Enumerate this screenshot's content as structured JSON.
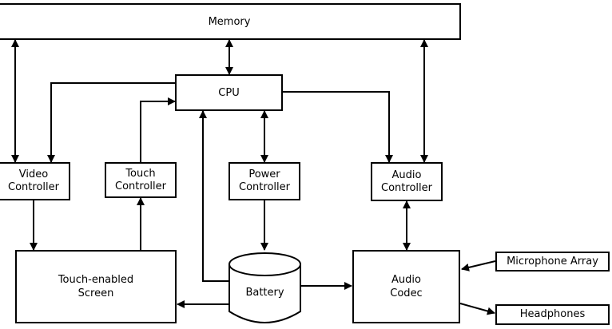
{
  "diagram": {
    "nodes": {
      "memory": "Memory",
      "cpu": "CPU",
      "video_controller": "Video\nController",
      "touch_controller": "Touch\nController",
      "power_controller": "Power\nController",
      "audio_controller": "Audio\nController",
      "touch_screen": "Touch-enabled\nScreen",
      "battery": "Battery",
      "audio_codec": "Audio\nCodec",
      "microphone_array": "Microphone Array",
      "headphones": "Headphones"
    },
    "edges": [
      {
        "from": "memory",
        "to": "video_controller",
        "direction": "both"
      },
      {
        "from": "memory",
        "to": "cpu",
        "direction": "both"
      },
      {
        "from": "memory",
        "to": "audio_controller",
        "direction": "both"
      },
      {
        "from": "cpu",
        "to": "video_controller",
        "direction": "forward"
      },
      {
        "from": "touch_controller",
        "to": "cpu",
        "direction": "forward"
      },
      {
        "from": "battery",
        "to": "cpu",
        "direction": "forward"
      },
      {
        "from": "cpu",
        "to": "power_controller",
        "direction": "both"
      },
      {
        "from": "cpu",
        "to": "audio_controller",
        "direction": "forward"
      },
      {
        "from": "video_controller",
        "to": "touch_screen",
        "direction": "forward"
      },
      {
        "from": "touch_screen",
        "to": "touch_controller",
        "direction": "forward"
      },
      {
        "from": "power_controller",
        "to": "battery",
        "direction": "forward"
      },
      {
        "from": "audio_controller",
        "to": "audio_codec",
        "direction": "both"
      },
      {
        "from": "battery",
        "to": "touch_screen",
        "direction": "forward"
      },
      {
        "from": "battery",
        "to": "audio_codec",
        "direction": "forward"
      },
      {
        "from": "microphone_array",
        "to": "audio_codec",
        "direction": "forward"
      },
      {
        "from": "audio_codec",
        "to": "headphones",
        "direction": "forward"
      }
    ],
    "colors": {
      "stroke": "#000000",
      "fill": "#ffffff"
    }
  }
}
